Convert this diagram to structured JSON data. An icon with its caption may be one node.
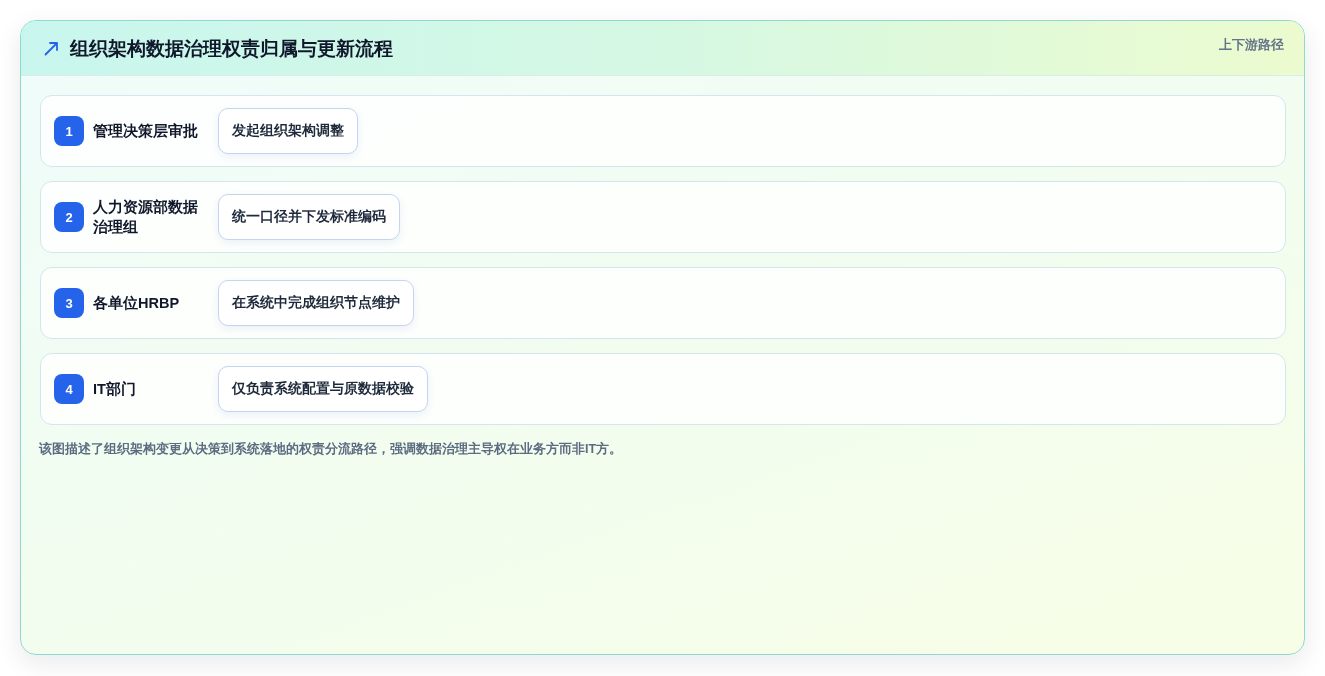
{
  "diagram": {
    "title": "组织架构数据治理权责归属与更新流程",
    "caption": "该图描述了组织架构变更从决策到系统落地的权责分流路径，强调数据治理主导权在业务方而非IT方。",
    "nodes": [
      {
        "text": [
          "管理决策层审批"
        ]
      },
      {
        "text": [
          "1"
        ],
        "in": 0
      },
      {
        "text": [
          "发起组织架构调整"
        ],
        "in": 0
      },
      {
        "text": [
          "人力资源部数据治理组"
        ]
      },
      {
        "text": [
          "2"
        ],
        "in": 3
      },
      {
        "text": [
          "统一口径并下发标准编码"
        ],
        "in": 3
      },
      {
        "text": [
          "各单位HRBP"
        ]
      },
      {
        "text": [
          "3"
        ],
        "in": 6
      },
      {
        "text": [
          "在系统中完成组织节点维护"
        ],
        "in": 6
      },
      {
        "text": [
          "IT部门"
        ]
      },
      {
        "text": [
          "4"
        ],
        "in": 9
      },
      {
        "text": [
          "仅负责系统配置与原数据校验"
        ],
        "in": 9
      }
    ],
    "labels": [
      "上下游路径"
    ]
  }
}
